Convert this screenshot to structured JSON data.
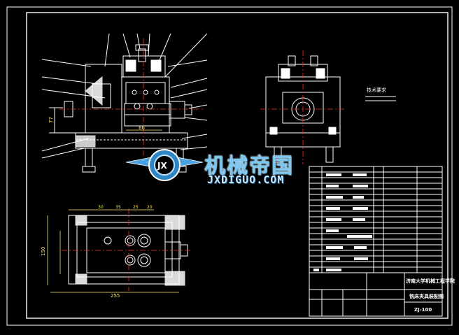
{
  "drawing": {
    "technical_note": "技术要求",
    "school": "济南大学机械工程学院",
    "drawing_title": "铣床夹具装配图",
    "drawing_no": "ZJ-100"
  },
  "dimensions": {
    "front_width": "86",
    "front_height": "77",
    "plan_width": "255",
    "plan_height": "150",
    "plan_top_1": "30",
    "plan_top_2": "35",
    "plan_top_3": "25",
    "plan_top_4": "20"
  },
  "watermark": {
    "brand": "机械帝国",
    "domain": "JXDIGUO.COM",
    "logo_letters": "JX"
  },
  "colors": {
    "background": "#000000",
    "lines": "#ffffff",
    "accent": "#ff2a2a",
    "dimension": "#ffe45c",
    "watermark": "#7ec8f0"
  }
}
